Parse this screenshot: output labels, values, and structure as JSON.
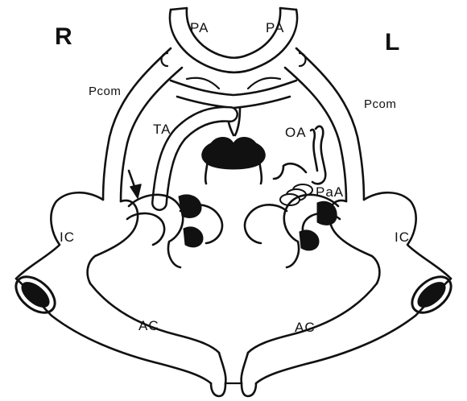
{
  "labels": {
    "side_right": "R",
    "side_left": "L",
    "pa_right": "PA",
    "pa_left": "PA",
    "pcom_right": "Pcom",
    "pcom_left": "Pcom",
    "ta": "TA",
    "oa": "OA",
    "paa": "PaA",
    "ic_right": "IC",
    "ic_left": "IC",
    "ac_right": "AC",
    "ac_left": "AC"
  }
}
